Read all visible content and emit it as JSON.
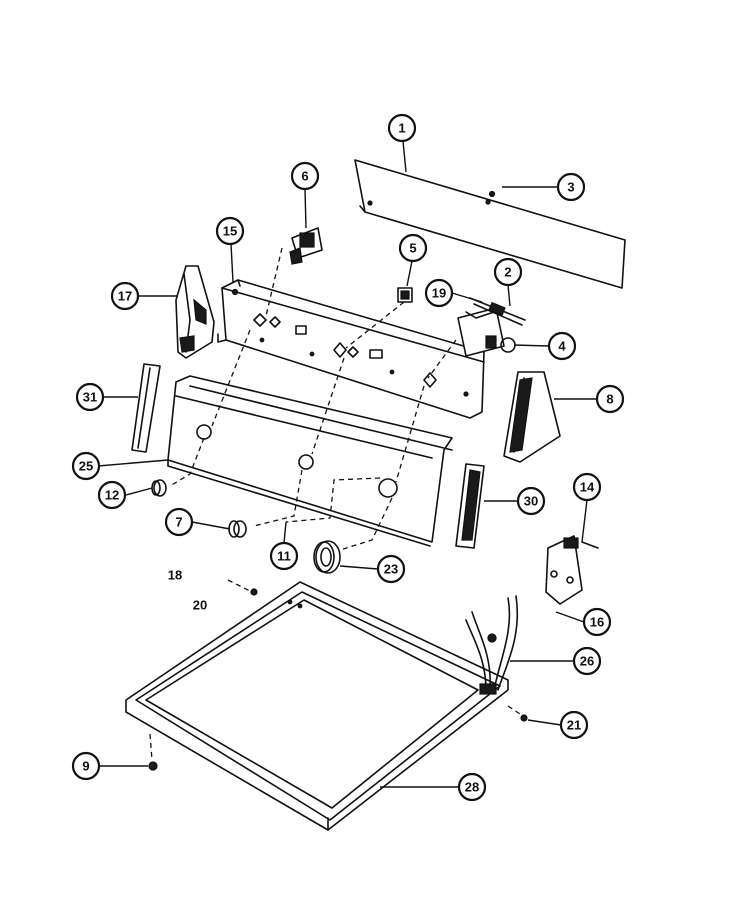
{
  "diagram": {
    "callouts": {
      "c1": "1",
      "c2": "2",
      "c3": "3",
      "c4": "4",
      "c5": "5",
      "c6": "6",
      "c7": "7",
      "c8": "8",
      "c9": "9",
      "c11": "11",
      "c12": "12",
      "c14": "14",
      "c15": "15",
      "c16": "16",
      "c17": "17",
      "c18": "18",
      "c19": "19",
      "c20": "20",
      "c21": "21",
      "c23": "23",
      "c25": "25",
      "c26": "26",
      "c28": "28",
      "c30": "30",
      "c31": "31"
    }
  }
}
